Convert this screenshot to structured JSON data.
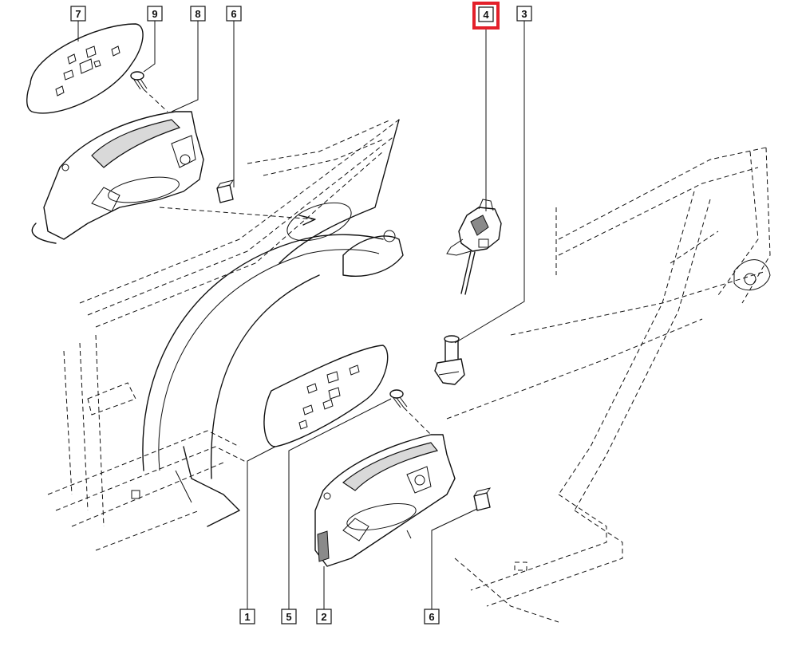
{
  "highlight_color": "#e3202a",
  "callouts": [
    {
      "id": "c7top",
      "label": "7",
      "highlighted": false
    },
    {
      "id": "c9top",
      "label": "9",
      "highlighted": false
    },
    {
      "id": "c8top",
      "label": "8",
      "highlighted": false
    },
    {
      "id": "c6top",
      "label": "6",
      "highlighted": false
    },
    {
      "id": "c4top",
      "label": "4",
      "highlighted": true
    },
    {
      "id": "c3top",
      "label": "3",
      "highlighted": false
    },
    {
      "id": "c1bot",
      "label": "1",
      "highlighted": false
    },
    {
      "id": "c5bot",
      "label": "5",
      "highlighted": false
    },
    {
      "id": "c2bot",
      "label": "2",
      "highlighted": false
    },
    {
      "id": "c6bot",
      "label": "6",
      "highlighted": false
    }
  ]
}
